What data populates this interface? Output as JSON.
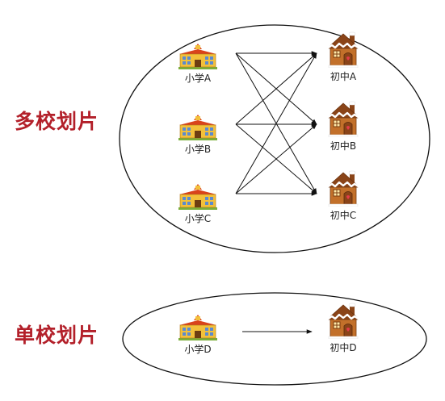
{
  "labels": {
    "multi": "多校划片",
    "single": "单校划片"
  },
  "multi": {
    "primary_schools": [
      "小学A",
      "小学B",
      "小学C"
    ],
    "middle_schools": [
      "初中A",
      "初中B",
      "初中C"
    ]
  },
  "single": {
    "primary_school": "小学D",
    "middle_school": "初中D"
  },
  "colors": {
    "label": "#b3202a",
    "line": "#111111",
    "school_roof": "#d9431b",
    "school_wall": "#f3c03a",
    "house_body": "#c2702a",
    "house_roof": "#8a4418",
    "snow": "#ffffff"
  }
}
